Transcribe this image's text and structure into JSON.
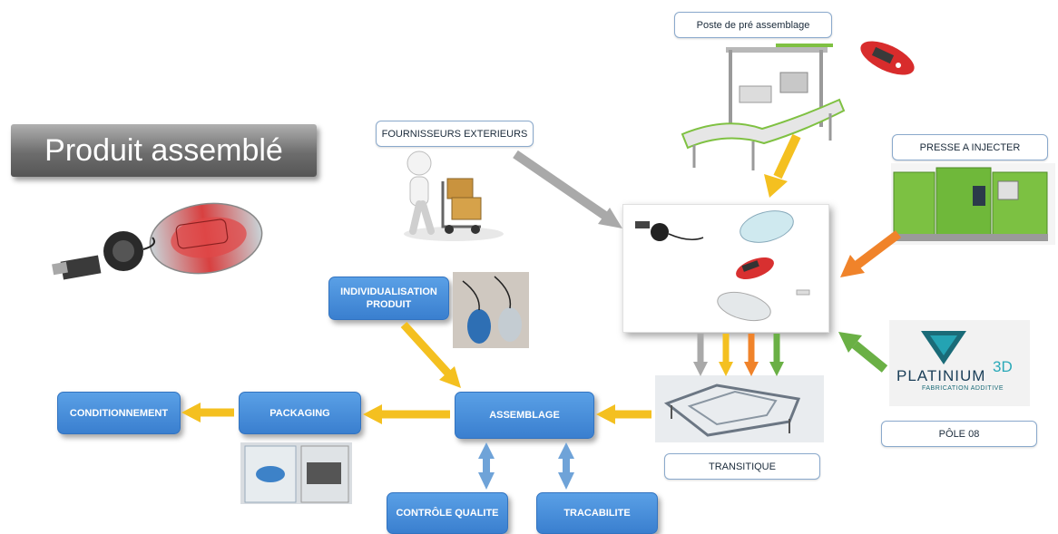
{
  "title": "Produit assemblé",
  "labels": {
    "poste": "Poste de pré assemblage",
    "fournisseurs": "FOURNISSEURS EXTERIEURS",
    "presse": "PRESSE A INJECTER",
    "pole": "PÔLE 08",
    "transitique": "TRANSITIQUE"
  },
  "boxes": {
    "individualisation": "INDIVIDUALISATION PRODUIT",
    "conditionnement": "CONDITIONNEMENT",
    "packaging": "PACKAGING",
    "assemblage": "ASSEMBLAGE",
    "controle": "CONTRÔLE QUALITE",
    "tracabilite": "TRACABILITE"
  },
  "logo": {
    "name": "PLATINIUM",
    "suffix": "3D",
    "tagline": "FABRICATION ADDITIVE"
  },
  "colors": {
    "box_blue": "#4a90dd",
    "arrow_yellow": "#f4c020",
    "arrow_orange": "#f0832a",
    "arrow_green": "#6ab045",
    "arrow_gray": "#a9a9a9",
    "arrow_blue": "#6fa3d8"
  }
}
